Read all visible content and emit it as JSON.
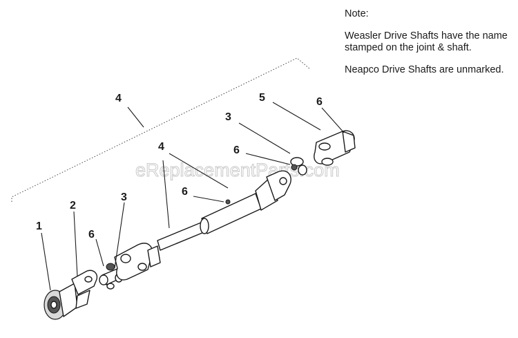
{
  "note": {
    "heading": "Note:",
    "line1": "Weasler Drive Shafts have the name stamped on the joint & shaft.",
    "line2": "Neapco Drive Shafts are unmarked."
  },
  "watermark": "eReplacementParts.com",
  "callouts": {
    "c1": "1",
    "c2": "2",
    "c3_left": "3",
    "c3_right": "3",
    "c4_top": "4",
    "c4_mid": "4",
    "c5": "5",
    "c6_left": "6",
    "c6_mid": "6",
    "c6_center": "6",
    "c6_right": "6"
  }
}
